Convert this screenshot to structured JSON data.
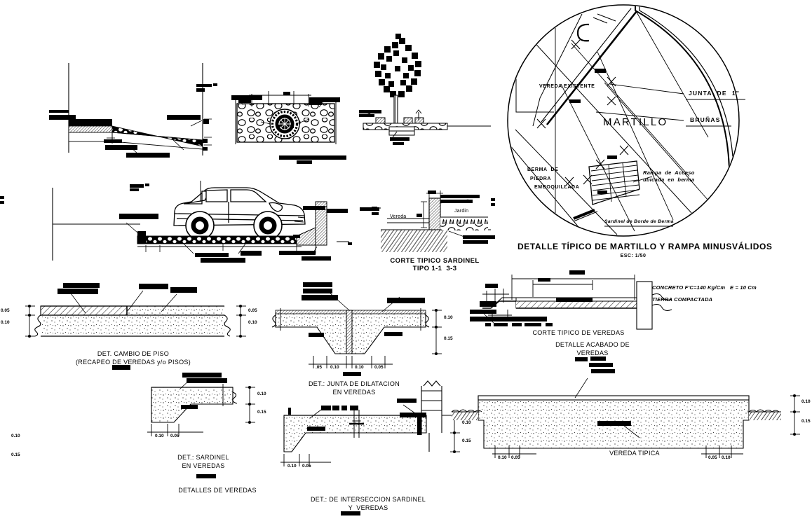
{
  "sheet": {
    "kind": "cad-detail-sheet",
    "language": "es",
    "background": "#ffffff",
    "ink": "#000000"
  },
  "captions": {
    "martillo_title": "DETALLE TÍPICO DE MARTILLO Y RAMPA MINUSVÁLIDOS",
    "martillo_scale": "ESC: 1/50",
    "corte_sardinel": "CORTE TIPICO SARDINEL",
    "corte_sardinel_tipo": "TIPO 1-1  3-3",
    "cambio_piso_1": "DET. CAMBIO DE PISO",
    "cambio_piso_2": "(RECAPEO DE VEREDAS y/o PISOS)",
    "junta_dilatacion_1": "DET.: JUNTA DE DILATACION",
    "junta_dilatacion_2": "EN VEREDAS",
    "corte_tipico_veredas": "CORTE TIPICO DE VEREDAS",
    "detalle_acabado_1": "DETALLE ACABADO DE",
    "detalle_acabado_2": "VEREDAS",
    "sardinel_veredas_1": "DET.: SARDINEL",
    "sardinel_veredas_2": "EN VEREDAS",
    "detalles_de_veredas": "DETALLES DE VEREDAS",
    "interseccion_1": "DET.: DE INTERSECCION SARDINEL",
    "interseccion_2": "Y  VEREDAS",
    "vereda_tipica": "VEREDA TIPICA"
  },
  "martillo": {
    "center_label": "MARTILLO",
    "vereda_existente": "VEREDA EXISTENTE",
    "berma_l1": "BERMA  DE",
    "berma_l2": "PIEDRA",
    "berma_l3": "EMBOQUILLADA",
    "junta": "JUNTA  DE  1\"",
    "brunas": "BRUÑAS",
    "rampa_l1": "Rampa  de  Acceso",
    "rampa_l2": "ubicada  en  berma",
    "sardinel_berma": "Sardinel de Borde de Berma"
  },
  "corte_sardinel": {
    "vereda": "Vereda",
    "jardin": "Jardin"
  },
  "corte_veredas_notes": {
    "concreto": "CONCRETO F'C=140 Kg/Cm   E = 10 Cm",
    "tierra": "TIERRA COMPACTADA"
  },
  "dimensions": {
    "cambio_piso_left": [
      "0.05",
      "0.10"
    ],
    "cambio_piso_right": [
      "0.05",
      "0.10"
    ],
    "junta_vert": [
      "0.10",
      "0.15"
    ],
    "junta_horiz": [
      ".05",
      "0.10",
      "0.10",
      "0.05"
    ],
    "sardinel_vert": [
      "0.10",
      "0.15"
    ],
    "sardinel_horiz": [
      "0.10",
      "0.05"
    ],
    "interseccion_vert": [
      "0.10",
      "0.15"
    ],
    "interseccion_horiz": [
      "0.10",
      "0.05"
    ],
    "vereda_tipica_right": [
      "0.10",
      "0.15"
    ],
    "vereda_tipica_left": [
      "0.10",
      "0.15"
    ],
    "vereda_tipica_base_left": [
      "0.10",
      "0.05"
    ],
    "vereda_tipica_base_right": [
      "0.05",
      "0.10"
    ]
  },
  "redacted_labels": {
    "note": "Illegible CAD annotation bars rendered as solid rectangles",
    "count": 62
  }
}
